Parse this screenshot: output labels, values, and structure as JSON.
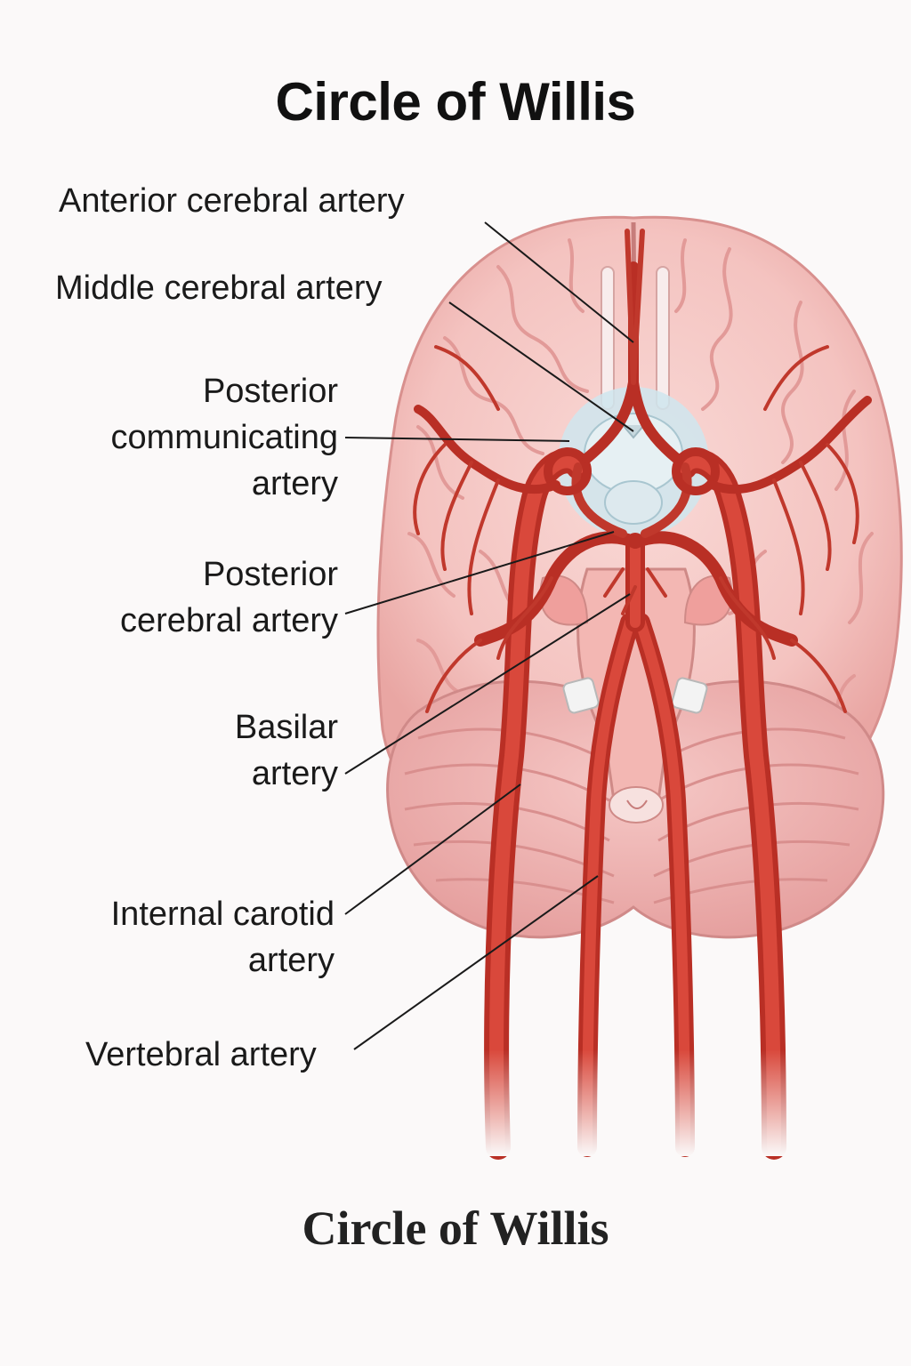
{
  "title": "Circle of Willis",
  "caption": "Circle of Willis",
  "labels": {
    "aca": "Anterior cerebral artery",
    "mca": "Middle cerebral artery",
    "pcom_1": "Posterior",
    "pcom_2": "communicating",
    "pcom_3": "artery",
    "pca_1": "Posterior",
    "pca_2": "cerebral artery",
    "basilar_1": "Basilar",
    "basilar_2": "artery",
    "ica_1": "Internal carotid",
    "ica_2": "artery",
    "vertebral": "Vertebral artery"
  },
  "colors": {
    "brain": "#f4c3c0",
    "brain_shadow": "#e8a4a2",
    "artery": "#c9362b",
    "artery_dark": "#9e241c",
    "leader_line": "#1a1a1a",
    "chiasm": "#cfe6ee"
  }
}
